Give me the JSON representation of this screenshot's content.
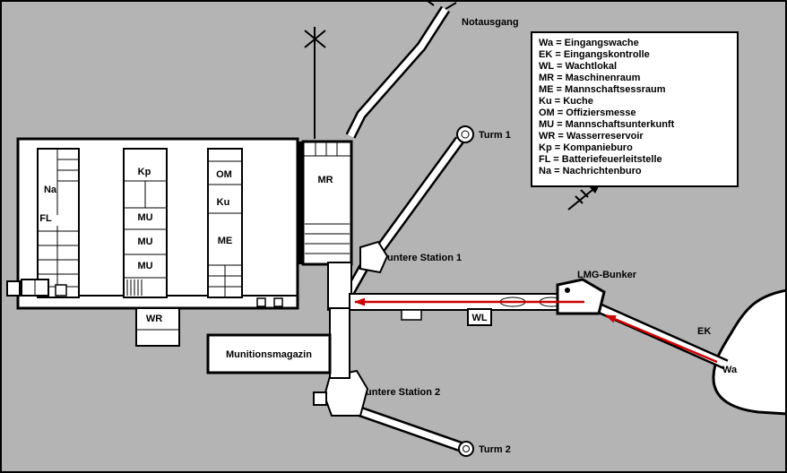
{
  "colors": {
    "background": "#b4b4b4",
    "room": "#ffffff",
    "wall": "#000000",
    "route": "#cc0000"
  },
  "labels": {
    "notausgang": "Notausgang",
    "turm1": "Turm 1",
    "turm2": "Turm 2",
    "station1": "untere Station 1",
    "station2": "untere Station 2",
    "lmg": "LMG-Bunker",
    "magazin": "Munitionsmagazin",
    "wl": "WL",
    "wr": "WR",
    "ek": "EK",
    "wa": "Wa",
    "mr": "MR",
    "me": "ME",
    "ku": "Ku",
    "om": "OM",
    "mu": "MU",
    "kp": "Kp",
    "na": "Na",
    "fl": "FL"
  },
  "legend": {
    "items": [
      "Wa = Eingangswache",
      "EK = Eingangskontrolle",
      "WL = Wachtlokal",
      "MR = Maschinenraum",
      "ME = Mannschaftsessraum",
      "Ku = Kuche",
      "OM = Offiziersmesse",
      "MU = Mannschaftsunterkunft",
      "WR = Wasserreservoir",
      "Kp = Kompanieburo",
      "FL = Batteriefeuerleitstelle",
      "Na = Nachrichtenburo"
    ]
  }
}
